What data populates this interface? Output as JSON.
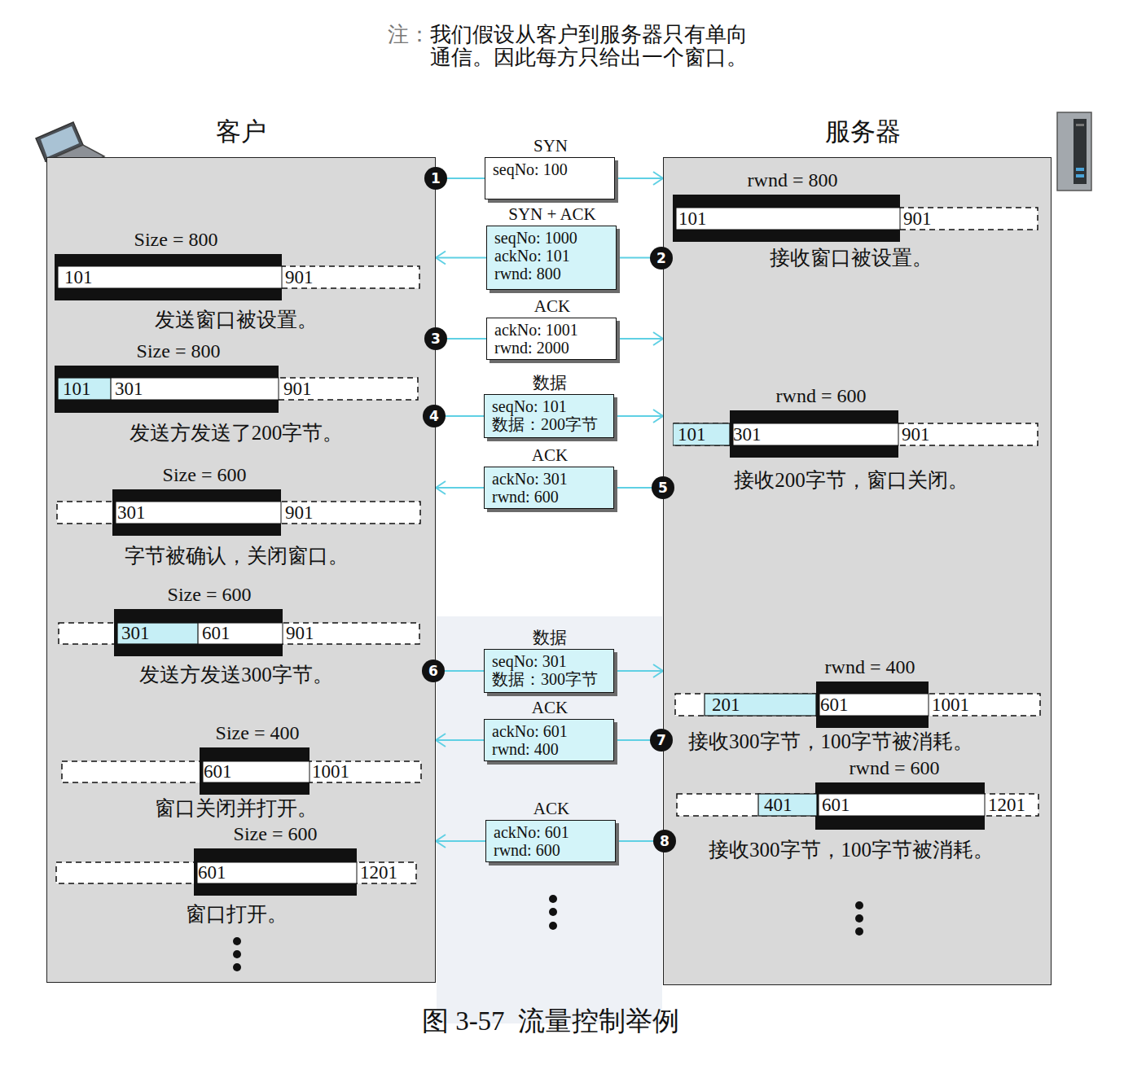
{
  "diagram": {
    "caption": "图 3-57  流量控制举例",
    "nodes": [
      {
        "text": [
          "客户"
        ]
      },
      {
        "text": [
          "服务器"
        ]
      },
      {
        "text": [
          "Size = 800",
          "101",
          "901"
        ],
        "in": 0
      },
      {
        "text": [
          "Size = 800",
          "101",
          "301",
          "901"
        ],
        "in": 0
      },
      {
        "text": [
          "Size = 600",
          "301",
          "901"
        ],
        "in": 0
      },
      {
        "text": [
          "Size = 600",
          "301",
          "601",
          "901"
        ],
        "in": 0
      },
      {
        "text": [
          "Size = 400",
          "601",
          "1001"
        ],
        "in": 0
      },
      {
        "text": [
          "Size = 600",
          "601",
          "1201"
        ],
        "in": 0
      },
      {
        "text": [
          "rwnd = 800",
          "101",
          "901"
        ],
        "in": 1
      },
      {
        "text": [
          "rwnd = 600",
          "101",
          "301",
          "901"
        ],
        "in": 1
      },
      {
        "text": [
          "rwnd = 400",
          "201",
          "601",
          "1001"
        ],
        "in": 1
      },
      {
        "text": [
          "rwnd = 600",
          "401",
          "601",
          "1201"
        ],
        "in": 1
      },
      {
        "text": [
          "SYN",
          "seqNo: 100"
        ]
      },
      {
        "text": [
          "SYN + ACK",
          "seqNo: 1000",
          "ackNo: 101",
          "rwnd: 800"
        ]
      },
      {
        "text": [
          "ACK",
          "ackNo: 1001",
          "rwnd: 2000"
        ]
      },
      {
        "text": [
          "数据",
          "seqNo: 101",
          "数据：200字节"
        ]
      },
      {
        "text": [
          "ACK",
          "ackNo: 301",
          "rwnd: 600"
        ]
      },
      {
        "text": [
          "数据",
          "seqNo: 301",
          "数据：300字节"
        ]
      },
      {
        "text": [
          "ACK",
          "ackNo: 601",
          "rwnd: 400"
        ]
      },
      {
        "text": [
          "ACK",
          "ackNo: 601",
          "rwnd: 600"
        ]
      }
    ],
    "edges": [
      {
        "from": 0,
        "to": 12,
        "arrow": "none"
      },
      {
        "from": 12,
        "to": 1,
        "arrow": "to"
      },
      {
        "from": 1,
        "to": 13,
        "arrow": "none"
      },
      {
        "from": 13,
        "to": 0,
        "arrow": "to"
      },
      {
        "from": 0,
        "to": 14,
        "arrow": "none"
      },
      {
        "from": 14,
        "to": 1,
        "arrow": "to"
      },
      {
        "from": 0,
        "to": 15,
        "arrow": "none"
      },
      {
        "from": 15,
        "to": 1,
        "arrow": "to"
      },
      {
        "from": 1,
        "to": 16,
        "arrow": "none"
      },
      {
        "from": 16,
        "to": 0,
        "arrow": "to"
      },
      {
        "from": 0,
        "to": 17,
        "arrow": "none"
      },
      {
        "from": 17,
        "to": 1,
        "arrow": "to"
      },
      {
        "from": 1,
        "to": 18,
        "arrow": "none"
      },
      {
        "from": 18,
        "to": 0,
        "arrow": "to"
      },
      {
        "from": 1,
        "to": 19,
        "arrow": "none"
      },
      {
        "from": 19,
        "to": 0,
        "arrow": "to"
      }
    ],
    "labels": [
      "注：",
      "我们假设从客户到服务器只有单向通信。因此每方只给出一个窗口。",
      "1",
      "2",
      "接收窗口被设置。",
      "发送窗口被设置。",
      "3",
      "4",
      "发送方发送了200字节。",
      "5",
      "接收200字节，窗口关闭。",
      "字节被确认，关闭窗口。",
      "发送方发送300字节。",
      "6",
      "7",
      "接收300字节，100字节被消耗。",
      "窗口关闭并打开。",
      "8",
      "接收300字节，100字节被消耗。",
      "窗口打开。"
    ]
  }
}
